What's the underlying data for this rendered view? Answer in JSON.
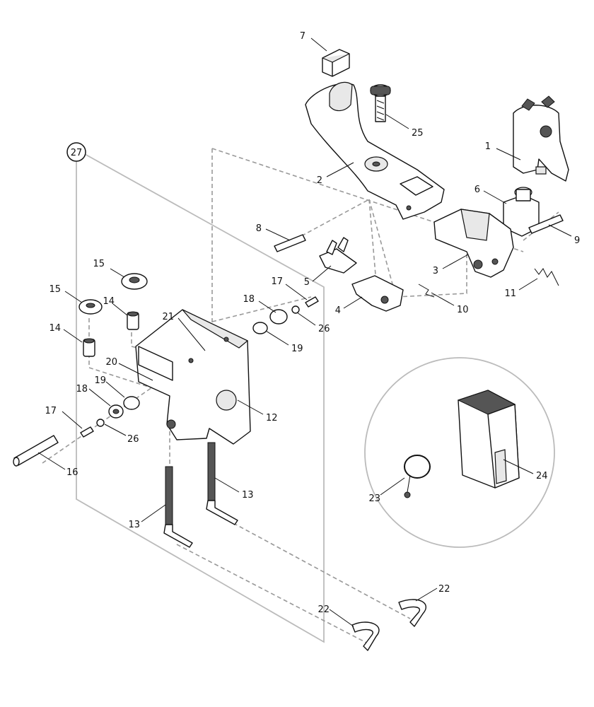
{
  "diagram": {
    "frame_label": "27",
    "callouts": {
      "c1": "1",
      "c2": "2",
      "c3": "3",
      "c4": "4",
      "c5": "5",
      "c6": "6",
      "c7": "7",
      "c8": "8",
      "c9": "9",
      "c10": "10",
      "c11": "11",
      "c12": "12",
      "c13a": "13",
      "c13b": "13",
      "c14a": "14",
      "c14b": "14",
      "c15a": "15",
      "c15b": "15",
      "c16": "16",
      "c17a": "17",
      "c17b": "17",
      "c18a": "18",
      "c18b": "18",
      "c19a": "19",
      "c19b": "19",
      "c20": "20",
      "c21": "21",
      "c22a": "22",
      "c22b": "22",
      "c23": "23",
      "c24": "24",
      "c25": "25",
      "c26a": "26",
      "c26b": "26"
    }
  }
}
